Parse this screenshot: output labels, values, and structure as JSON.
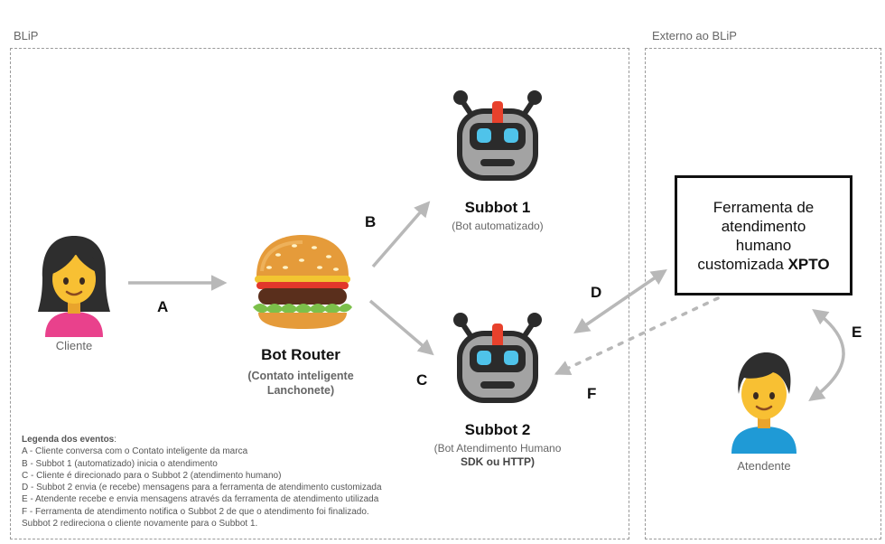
{
  "regions": {
    "blip": "BLiP",
    "external": "Externo ao BLiP"
  },
  "nodes": {
    "cliente": "Cliente",
    "bot_router": {
      "title": "Bot Router",
      "subtitle_line1": "(Contato inteligente",
      "subtitle_line2": "Lanchonete)"
    },
    "subbot1": {
      "title": "Subbot 1",
      "subtitle": "(Bot automatizado)"
    },
    "subbot2": {
      "title": "Subbot 2",
      "subtitle_line1": "(Bot Atendimento Humano",
      "subtitle_line2": "SDK ou HTTP)"
    },
    "ferramenta": {
      "line1": "Ferramenta de",
      "line2": "atendimento",
      "line3": "humano",
      "line4_prefix": "customizada ",
      "line4_bold": "XPTO"
    },
    "atendente": "Atendente"
  },
  "arrows": {
    "a": "A",
    "b": "B",
    "c": "C",
    "d": "D",
    "e": "E",
    "f": "F"
  },
  "legend": {
    "title": "Legenda dos eventos",
    "title_suffix": ":",
    "items": [
      "A - Cliente conversa com o Contato inteligente da marca",
      "B - Subbot 1 (automatizado) inicia o atendimento",
      "C - Cliente é direcionado para o Subbot 2 (atendimento humano)",
      "D - Subbot 2 envia (e recebe) mensagens para a ferramenta de atendimento customizada",
      "E - Atendente recebe e envia mensagens através da ferramenta de atendimento utilizada",
      "F - Ferramenta de atendimento notifica o Subbot 2 de que o atendimento foi finalizado.",
      "Subbot 2 redireciona o cliente novamente para o Subbot 1."
    ]
  },
  "colors": {
    "arrow": "#b8b8b8",
    "robot_gray": "#a3a3a3",
    "robot_dark": "#2b2b2b",
    "robot_eye": "#4fc3ea",
    "robot_red": "#e8412c"
  },
  "icons": {
    "cliente": "woman-emoji-icon",
    "bot_router": "hamburger-emoji-icon",
    "subbot": "robot-emoji-icon",
    "atendente": "man-emoji-icon"
  }
}
